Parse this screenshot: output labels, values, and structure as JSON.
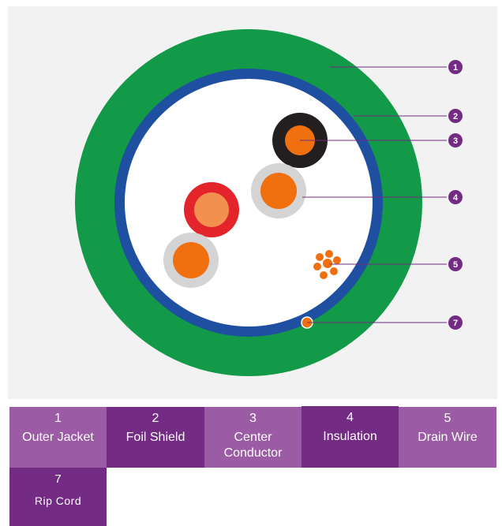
{
  "colors": {
    "panel_bg": "#f2f2f2",
    "outer_jacket": "#139a48",
    "foil_shield": "#1f4fa0",
    "core_bg": "#ffffff",
    "conductor_orange": "#f07010",
    "conductor_light_orange": "#f39050",
    "black_insulation": "#231f20",
    "red_insulation": "#e3242b",
    "gray_insulation": "#d4d4d4",
    "callout_purple": "#732b84",
    "legend_light": "#9b5ba5",
    "legend_dark": "#732b84"
  },
  "callouts": [
    {
      "number": "1",
      "target": "outer-jacket"
    },
    {
      "number": "2",
      "target": "foil-shield"
    },
    {
      "number": "3",
      "target": "center-conductor"
    },
    {
      "number": "4",
      "target": "insulation"
    },
    {
      "number": "5",
      "target": "drain-wire"
    },
    {
      "number": "7",
      "target": "rip-cord"
    }
  ],
  "legend": [
    {
      "number": "1",
      "label": "Outer Jacket",
      "shade": "light"
    },
    {
      "number": "2",
      "label": "Foil Shield",
      "shade": "dark"
    },
    {
      "number": "3",
      "label": "Center\nConductor",
      "shade": "light"
    },
    {
      "number": "4",
      "label": "Insulation",
      "shade": "dark"
    },
    {
      "number": "5",
      "label": "Drain Wire",
      "shade": "light"
    },
    {
      "number": "7",
      "label": "Rip Cord",
      "shade": "dark"
    }
  ]
}
